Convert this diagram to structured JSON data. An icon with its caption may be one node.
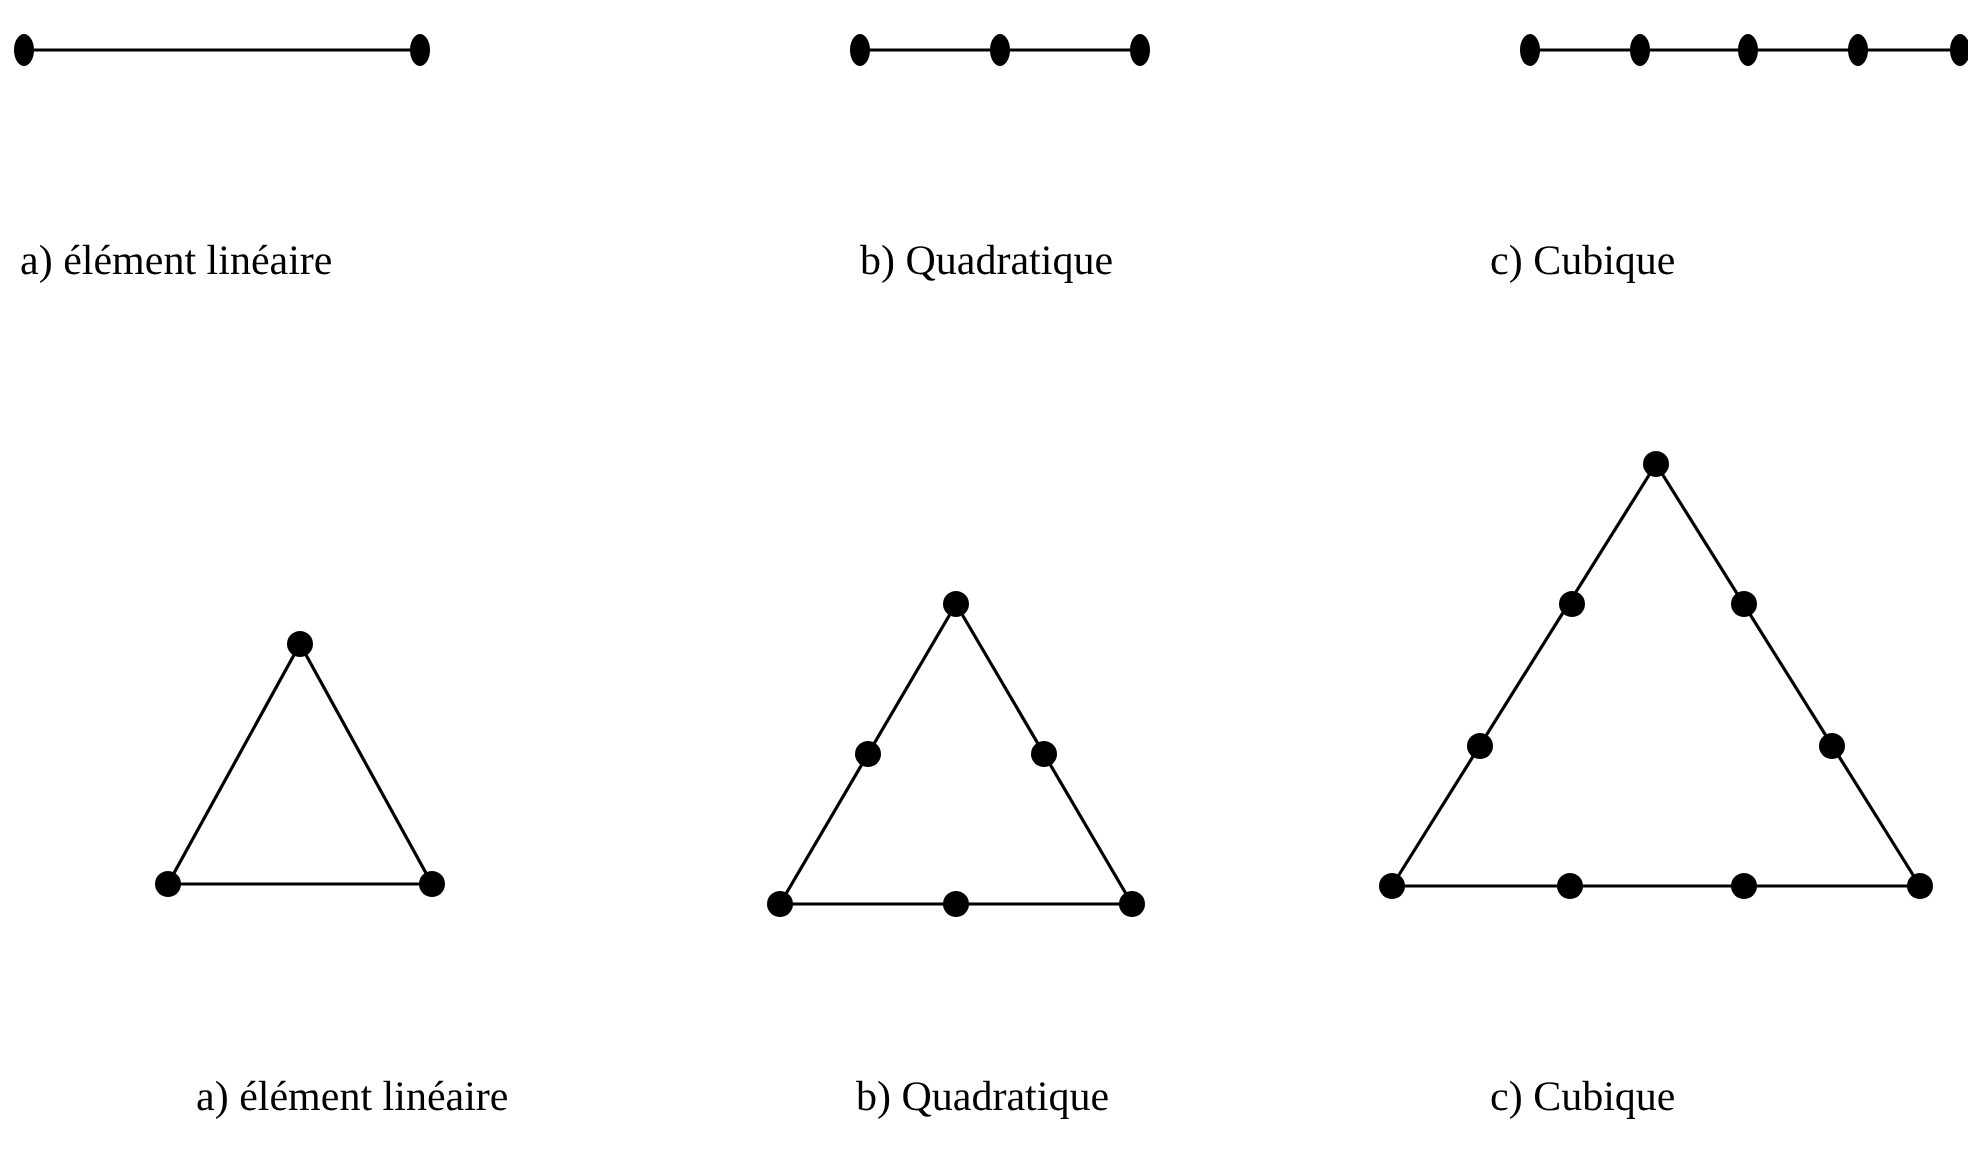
{
  "diagram": {
    "labels": [
      "a) élément linéaire",
      "b) Quadratique",
      "c) Cubique",
      "a) élément linéaire",
      "b) Quadratique",
      "c) Cubique"
    ]
  }
}
